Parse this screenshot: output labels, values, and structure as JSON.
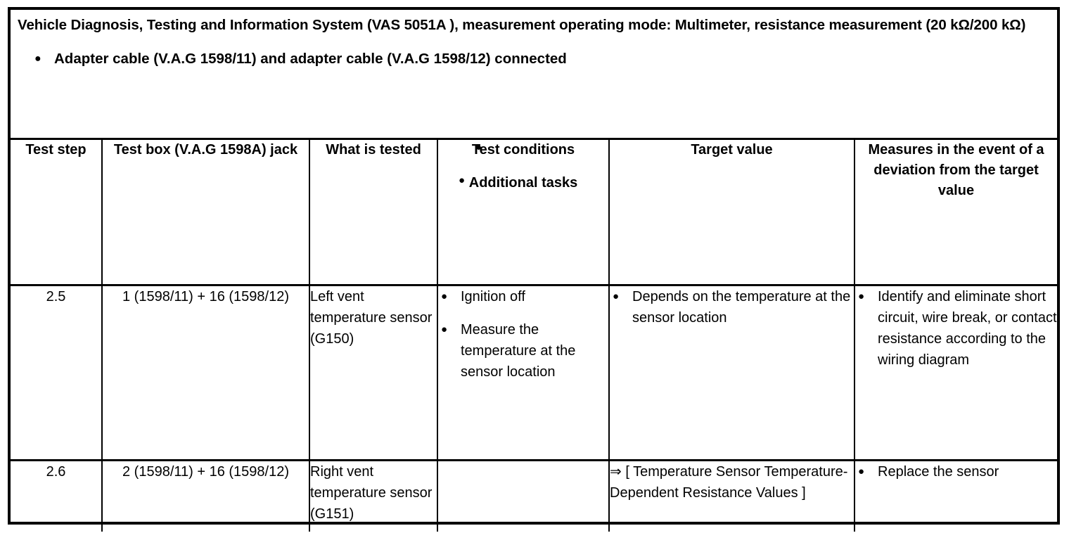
{
  "document": {
    "title": "Vehicle Diagnosis, Testing and Information System (VAS 5051A ), measurement operating mode: Multimeter, resistance measurement (20 kΩ/200 kΩ)",
    "preconditions": [
      "Adapter cable (V.A.G 1598/11) and adapter cable (V.A.G 1598/12) connected"
    ],
    "bullet_glyph": "●",
    "colors": {
      "text": "#000000",
      "background": "#ffffff",
      "border": "#000000"
    }
  },
  "table": {
    "headers": {
      "test_step": "Test step",
      "test_box_jack": "Test box (V.A.G 1598A) jack",
      "what_is_tested": "What is tested",
      "conditions_bullets": [
        "Test conditions",
        "Additional tasks"
      ],
      "target_value": "Target value",
      "measures": "Measures in the event of a deviation from the target value"
    },
    "rows": [
      {
        "test_step": "2.5",
        "test_box_jack": "1 (1598/11) + 16 (1598/12)",
        "what_is_tested": "Left vent temperature sensor (G150)",
        "test_conditions": [
          "Ignition off",
          "Measure the temperature at the sensor location"
        ],
        "target_value_bullets": [
          "Depends on the temperature at the sensor location"
        ],
        "target_value_reference": "",
        "measures": [
          "Identify and eliminate short circuit, wire break, or contact resistance according to the wiring diagram"
        ]
      },
      {
        "test_step": "2.6",
        "test_box_jack": "2 (1598/11) + 16 (1598/12)",
        "what_is_tested": "Right vent temperature sensor (G151)",
        "test_conditions": [],
        "target_value_bullets": [],
        "target_value_reference": "⇒ [ Temperature Sensor Temperature-Dependent Resistance Values ]",
        "measures": [
          "Replace the sensor"
        ]
      }
    ]
  }
}
